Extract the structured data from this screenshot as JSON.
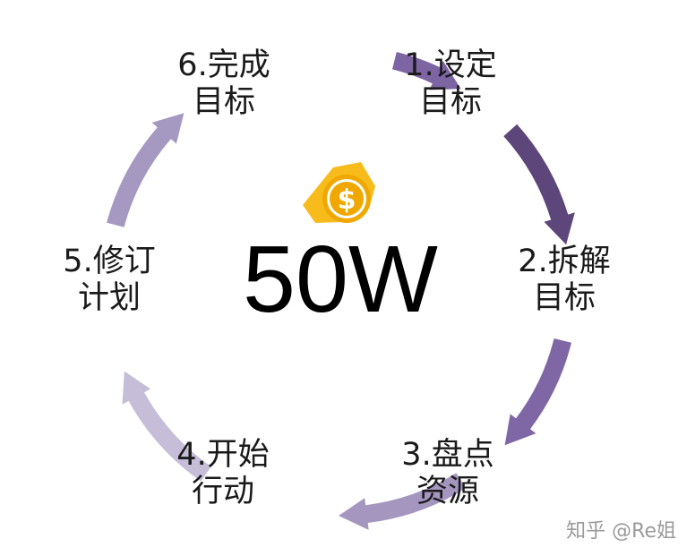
{
  "center": {
    "value": "50W",
    "icon": "money-bill-dollar-icon",
    "icon_glyph": "$"
  },
  "steps": [
    {
      "line1": "1.设定",
      "line2": "目标"
    },
    {
      "line1": "2.拆解",
      "line2": "目标"
    },
    {
      "line1": "3.盘点",
      "line2": "资源"
    },
    {
      "line1": "4.开始",
      "line2": "行动"
    },
    {
      "line1": "5.修订",
      "line2": "计划"
    },
    {
      "line1": "6.完成",
      "line2": "目标"
    }
  ],
  "arrows": [
    {
      "from": "6.完成",
      "to": "1.设定",
      "color": "#7d64a3"
    },
    {
      "from": "1.设定",
      "to": "2.拆解",
      "color": "#5d4679"
    },
    {
      "from": "2.拆解",
      "to": "3.盘点",
      "color": "#7f67a6"
    },
    {
      "from": "3.盘点",
      "to": "4.开始",
      "color": "#a596c0"
    },
    {
      "from": "4.开始",
      "to": "5.修订",
      "color": "#c6bdd8"
    },
    {
      "from": "5.修订",
      "to": "6.完成",
      "color": "#a598c1"
    }
  ],
  "colors": {
    "icon_gold": "#f0a800",
    "icon_gold_light": "#f7bc1c",
    "text": "#1a1a1a"
  },
  "watermark": "知乎 @Re姐"
}
